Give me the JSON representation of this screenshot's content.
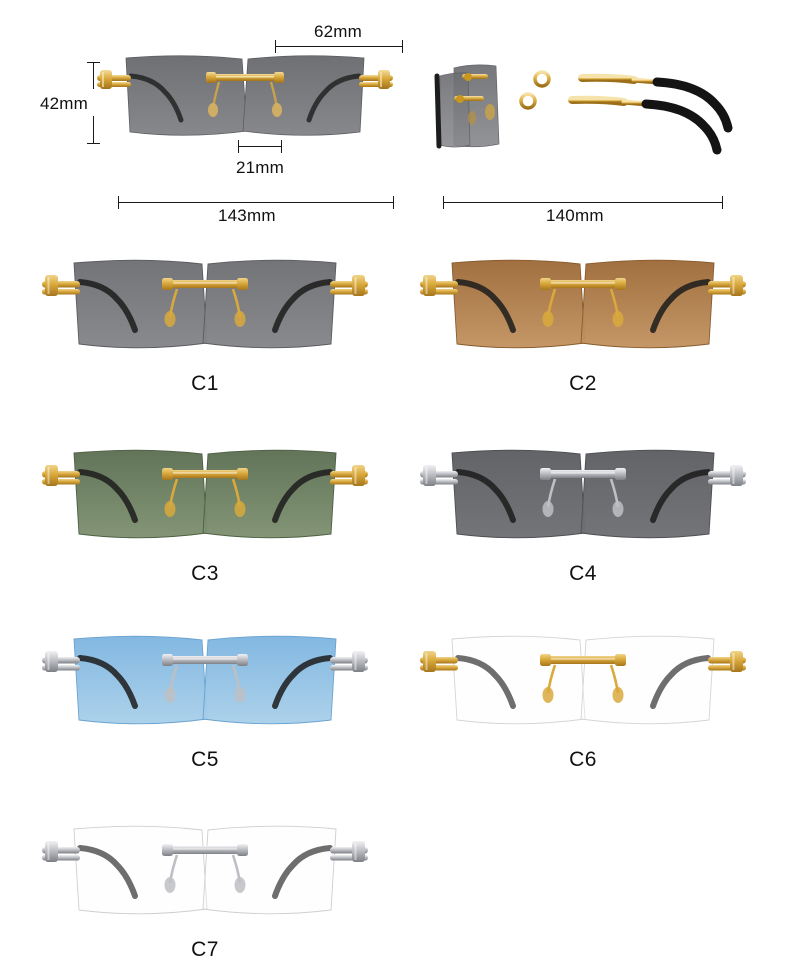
{
  "product": {
    "type": "rimless rectangular sunglasses spec sheet",
    "background_color": "#ffffff"
  },
  "dimensions": {
    "lens_width": "62mm",
    "lens_height": "42mm",
    "bridge_width": "21mm",
    "frame_total_width": "143mm",
    "temple_length": "140mm"
  },
  "views": {
    "front": {
      "name": "front-view",
      "caption": ""
    },
    "side": {
      "name": "side-view",
      "caption": ""
    }
  },
  "palette": {
    "gold_light": "#f0d48a",
    "gold_mid": "#d9a93c",
    "gold_dark": "#a7761d",
    "silver_light": "#f2f2f4",
    "silver_mid": "#bdbfc4",
    "silver_dark": "#7d8086",
    "temple_black": "#1c1c1c",
    "line_black": "#1a1a1a"
  },
  "variants": [
    {
      "code": "C1",
      "lens_name": "dark-grey-lens",
      "metal": "gold",
      "lens_top": "#6f7074",
      "lens_bottom": "#85868a",
      "lens_opacity": 0.97,
      "lens_stroke": "#5b5c60"
    },
    {
      "code": "C2",
      "lens_name": "brown-lens",
      "metal": "gold",
      "lens_top": "#9d6a38",
      "lens_bottom": "#c39360",
      "lens_opacity": 0.96,
      "lens_stroke": "#8a5b2d"
    },
    {
      "code": "C3",
      "lens_name": "green-lens",
      "metal": "gold",
      "lens_top": "#5c6f52",
      "lens_bottom": "#7e9170",
      "lens_opacity": 0.96,
      "lens_stroke": "#4e6045"
    },
    {
      "code": "C4",
      "lens_name": "dark-grey-lens",
      "metal": "silver",
      "lens_top": "#5d5f63",
      "lens_bottom": "#6e7074",
      "lens_opacity": 0.97,
      "lens_stroke": "#4e5054"
    },
    {
      "code": "C5",
      "lens_name": "blue-lens",
      "metal": "silver",
      "lens_top": "#7cb4e0",
      "lens_bottom": "#a8cfe9",
      "lens_opacity": 0.95,
      "lens_stroke": "#6aa3d0"
    },
    {
      "code": "C6",
      "lens_name": "clear-lens",
      "metal": "gold",
      "lens_top": "#fdfdfd",
      "lens_bottom": "#fbfbfb",
      "lens_opacity": 0.35,
      "lens_stroke": "#d5d5d5"
    },
    {
      "code": "C7",
      "lens_name": "clear-lens",
      "metal": "silver",
      "lens_top": "#fdfdfd",
      "lens_bottom": "#fbfbfb",
      "lens_opacity": 0.35,
      "lens_stroke": "#cfcfcf"
    }
  ]
}
